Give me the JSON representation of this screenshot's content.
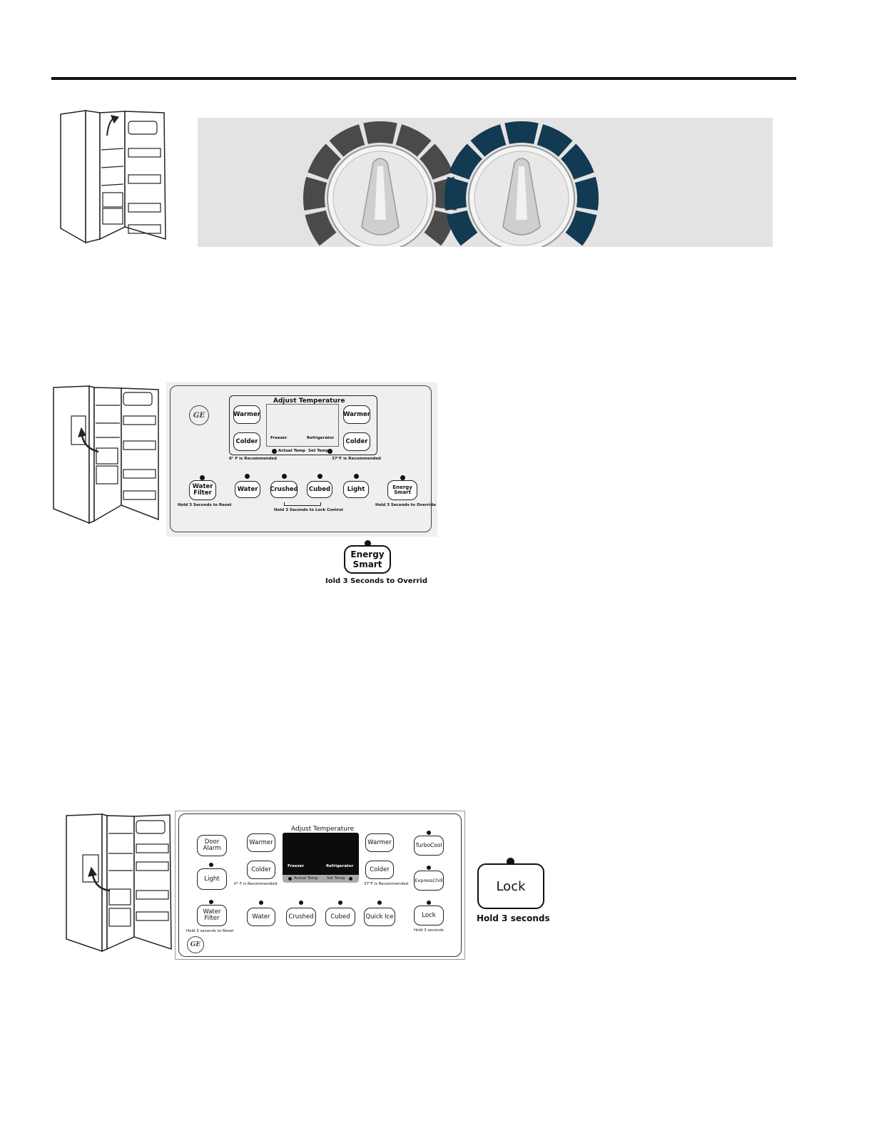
{
  "dials": {
    "count": 2,
    "left_segment_color": "#4a4a4a",
    "right_segment_color": "#123a52",
    "panel_color": "#e3e3e3"
  },
  "panel_a": {
    "title": "Adjust Temperature",
    "warmer_left": "Warmer",
    "colder_left": "Colder",
    "warmer_right": "Warmer",
    "colder_right": "Colder",
    "freezer": "Freezer",
    "refrigerator": "Refrigerator",
    "actual_temp": "Actual Temp",
    "set_temp": "Set Temp",
    "freezer_rec": "0° F is Recommended",
    "fridge_rec": "37°F is Recommended",
    "water_filter": "Water Filter",
    "water_filter_note": "Hold 3 Seconds to Reset",
    "water": "Water",
    "crushed": "Crushed",
    "cubed": "Cubed",
    "light": "Light",
    "energy_smart": "Energy Smart",
    "energy_note": "Hold 3 Seconds to Override",
    "lock_note": "Hold 3 Seconds to Lock Control",
    "logo": "GE"
  },
  "energy_callout": {
    "label": "Energy Smart",
    "caption": "Iold 3 Seconds to Overrid"
  },
  "panel_b": {
    "title": "Adjust Temperature",
    "door_alarm": "Door Alarm",
    "light": "Light",
    "water_filter": "Water Filter",
    "water_filter_note": "Hold 3 seconds to Reset",
    "warmer_left": "Warmer",
    "colder_left": "Colder",
    "freezer_rec": "0° F is Recommended",
    "freezer": "Freezer",
    "refrigerator": "Refrigerator",
    "actual_temp": "Actual Temp",
    "set_temp": "Set Temp",
    "warmer_right": "Warmer",
    "colder_right": "Colder",
    "fridge_rec": "37°F is Recommended",
    "turbo_cool": "TurboCool",
    "express_chill": "ExpressChill",
    "water": "Water",
    "crushed": "Crushed",
    "cubed": "Cubed",
    "quick_ice": "Quick Ice",
    "lock": "Lock",
    "lock_note": "Hold 3 seconds",
    "logo": "GE"
  },
  "lock_callout": {
    "label": "Lock",
    "caption": "Hold 3 seconds"
  }
}
